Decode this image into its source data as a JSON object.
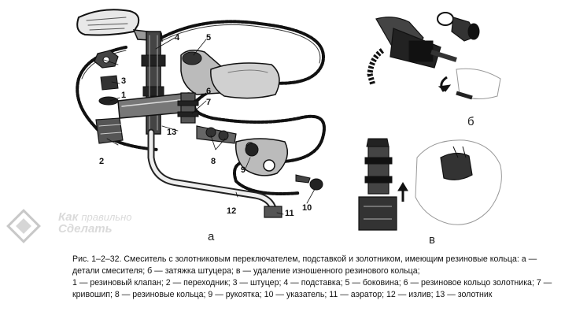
{
  "panels": {
    "a": "а",
    "b": "б",
    "v": "в"
  },
  "callouts": [
    "1",
    "2",
    "3",
    "4",
    "5",
    "6",
    "7",
    "8",
    "9",
    "10",
    "11",
    "12",
    "13"
  ],
  "watermark": {
    "line1_bold": "Как",
    "line1_rest": "правильно",
    "line2": "Сделать"
  },
  "caption": {
    "title": "Рис. 1–2–32. Смеситель с золотниковым переключателем, подставкой и золотником, имеющим резиновые кольца: а — детали смесителя; б — затяжка штуцера; в — удаление изношенного резинового кольца;",
    "legend": "1 — резиновый клапан; 2 — переходник; 3 — штуцер; 4 — подставка; 5 — боковина; 6 — резиновое кольцо золотника; 7 — кривошип; 8 — резиновые кольца; 9 — рукоятка; 10 — указатель; 11 — аэратор; 12 — излив; 13 — золотник"
  }
}
